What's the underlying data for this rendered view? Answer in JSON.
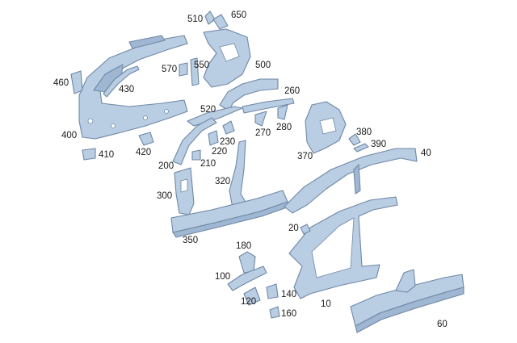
{
  "diagram": {
    "labels": {
      "p10": "10",
      "p20": "20",
      "p40": "40",
      "p60": "60",
      "p100": "100",
      "p120": "120",
      "p140": "140",
      "p160": "160",
      "p180": "180",
      "p200": "200",
      "p210": "210",
      "p220": "220",
      "p230": "230",
      "p260": "260",
      "p270": "270",
      "p280": "280",
      "p300": "300",
      "p320": "320",
      "p350": "350",
      "p370": "370",
      "p380": "380",
      "p390": "390",
      "p400": "400",
      "p410": "410",
      "p420": "420",
      "p430": "430",
      "p460": "460",
      "p500": "500",
      "p510": "510",
      "p520": "520",
      "p550": "550",
      "p570": "570",
      "p650": "650"
    },
    "colors": {
      "part_fill": "#b9cde3",
      "part_stroke": "#6f88a6",
      "label": "#1a1a1a"
    }
  }
}
